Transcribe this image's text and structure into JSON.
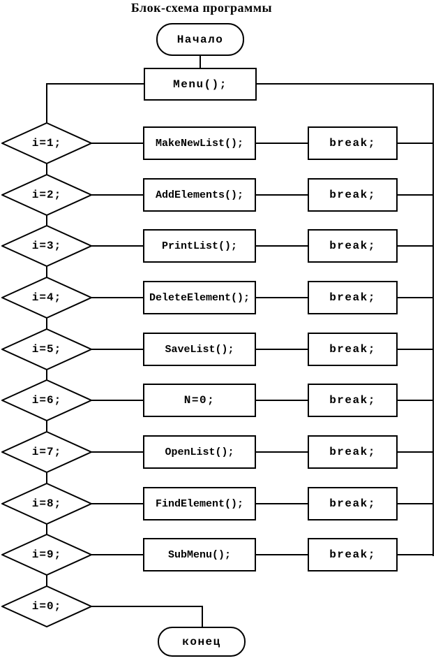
{
  "title": "Блок-схема программы",
  "colors": {
    "line": "#000000",
    "background": "#ffffff",
    "node_fill": "#ffffff",
    "text": "#000000"
  },
  "start_node": {
    "label": "Начало"
  },
  "menu_node": {
    "label": "Menu();"
  },
  "rows": [
    {
      "condition": "i=1;",
      "action": "MakeNewList();",
      "break_label": "break;"
    },
    {
      "condition": "i=2;",
      "action": "AddElements();",
      "break_label": "break;"
    },
    {
      "condition": "i=3;",
      "action": "PrintList();",
      "break_label": "break;"
    },
    {
      "condition": "i=4;",
      "action": "DeleteElement();",
      "break_label": "break;"
    },
    {
      "condition": "i=5;",
      "action": "SaveList();",
      "break_label": "break;"
    },
    {
      "condition": "i=6;",
      "action": "N=0;",
      "break_label": "break;"
    },
    {
      "condition": "i=7;",
      "action": "OpenList();",
      "break_label": "break;"
    },
    {
      "condition": "i=8;",
      "action": "FindElement();",
      "break_label": "break;"
    },
    {
      "condition": "i=9;",
      "action": "SubMenu();",
      "break_label": "break;"
    }
  ],
  "final_row": {
    "condition": "i=0;"
  },
  "end_node": {
    "label": "конец"
  }
}
